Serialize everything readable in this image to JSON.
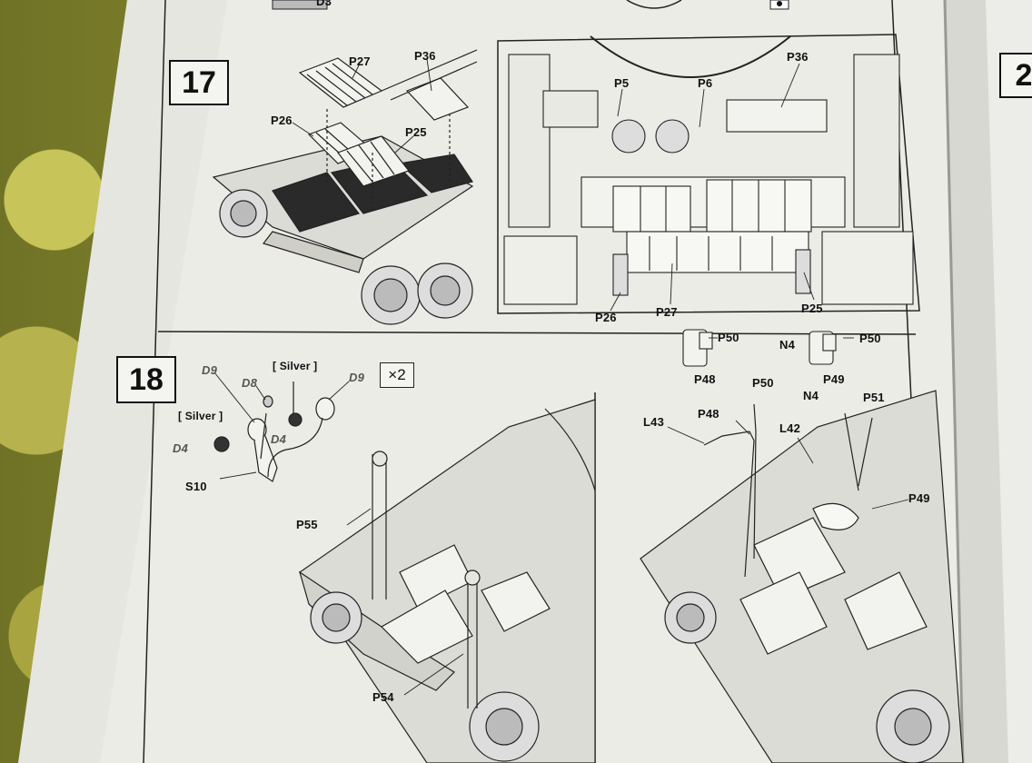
{
  "page": {
    "title": "Model kit assembly instructions",
    "steps": [
      {
        "number": "17",
        "left_view_labels": [
          "P27",
          "P36",
          "P26",
          "P25"
        ],
        "right_view_labels": [
          "P5",
          "P6",
          "P36",
          "P26",
          "P27",
          "P25"
        ]
      },
      {
        "number": "18",
        "multiplier": "×2",
        "subassembly_labels": {
          "d9_left": "D9",
          "d8": "D8",
          "silver_top": "[ Silver ]",
          "d9_right": "D9",
          "silver_left": "[ Silver ]",
          "d4_left": "D4",
          "d4_mid": "D4",
          "s10": "S10"
        },
        "left_view_labels": [
          "P55",
          "P54"
        ],
        "detail_labels": {
          "p50_a": "P50",
          "p48": "P48",
          "n4_a": "N4",
          "p50_b": "P50",
          "p49": "P49"
        },
        "right_view_labels": [
          "P50",
          "L43",
          "P48",
          "N4",
          "P51",
          "L42",
          "P49"
        ]
      }
    ],
    "partial_labels": [
      "D3",
      "2"
    ]
  }
}
